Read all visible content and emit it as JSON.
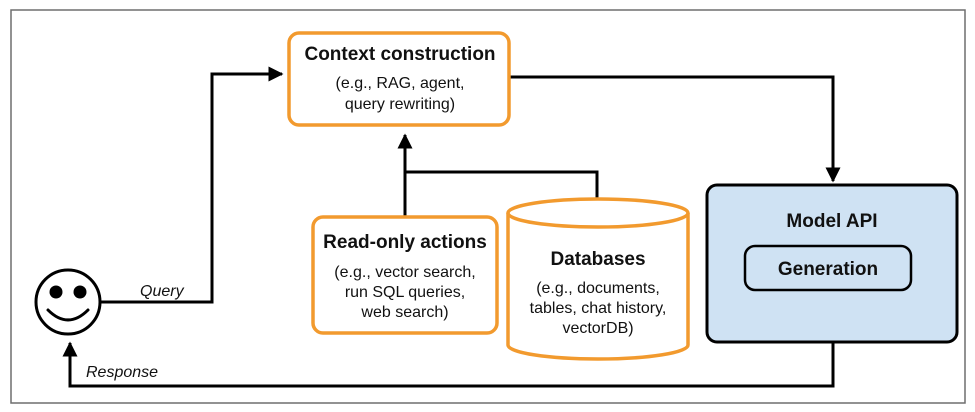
{
  "context_construction": {
    "title": "Context construction",
    "line1": "(e.g., RAG, agent,",
    "line2": "query rewriting)"
  },
  "read_only_actions": {
    "title": "Read-only actions",
    "line1": "(e.g., vector search,",
    "line2": "run SQL queries,",
    "line3": "web search)"
  },
  "databases": {
    "title": "Databases",
    "line1": "(e.g., documents,",
    "line2": "tables, chat history,",
    "line3": "vectorDB)"
  },
  "model_api": {
    "title": "Model API",
    "generation": "Generation"
  },
  "flows": {
    "query": "Query",
    "response": "Response"
  },
  "colors": {
    "orange_border": "#f29a2e",
    "blue_fill": "#cfe2f3",
    "frame": "#6e6e6e",
    "line": "#000000"
  },
  "icons": {
    "user": "smiley-face-icon"
  }
}
